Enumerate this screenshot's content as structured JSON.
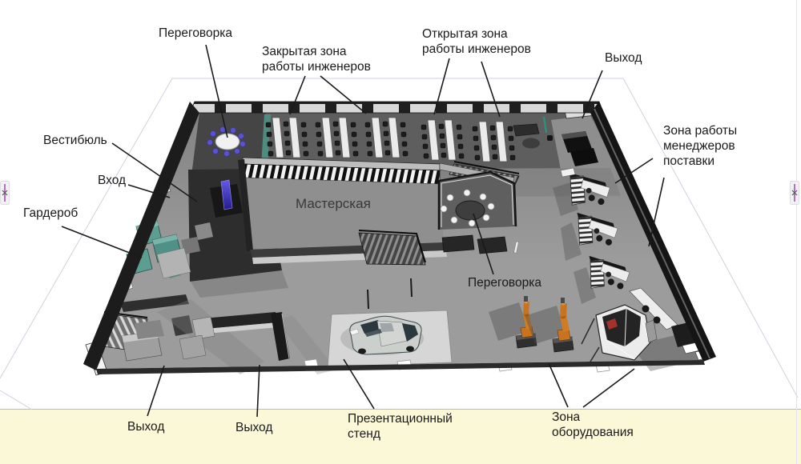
{
  "diagram": {
    "type": "annotated-3d-floor-plan",
    "language": "ru"
  },
  "labels": {
    "meeting_room_top": "Переговорка",
    "closed_engineers_zone": "Закрытая зона\nработы инженеров",
    "open_engineers_zone": "Открытая зона\nработы инженеров",
    "exit_top_right": "Выход",
    "supply_managers_zone": "Зона работы\nменеджеров\nпоставки",
    "vestibule": "Вестибюль",
    "entrance": "Вход",
    "cloakroom": "Гардероб",
    "workshop": "Мастерская",
    "meeting_room_center": "Переговорка",
    "exit_bottom_left": "Выход",
    "exit_bottom_center": "Выход",
    "presentation_stand": "Презентационный\nстенд",
    "equipment_zone": "Зона\nоборудования"
  },
  "colors": {
    "canvas_background": "#ffffff",
    "note_band_yellow": "#fbf8d8",
    "band_divider_gray": "#b6bac6",
    "site_outline_lavender": "#d0d0e0",
    "floor_gray": "#9c9c9c",
    "walls_dark": "#1c1c1c",
    "teal_furniture": "#5d9e93",
    "meeting_chairs_purple": "#5a52d0",
    "robot_orange": "#c8731f",
    "car_silver": "#ccd0cc",
    "label_text": "#1a1a1a",
    "marker_violet": "#b86fc6"
  }
}
